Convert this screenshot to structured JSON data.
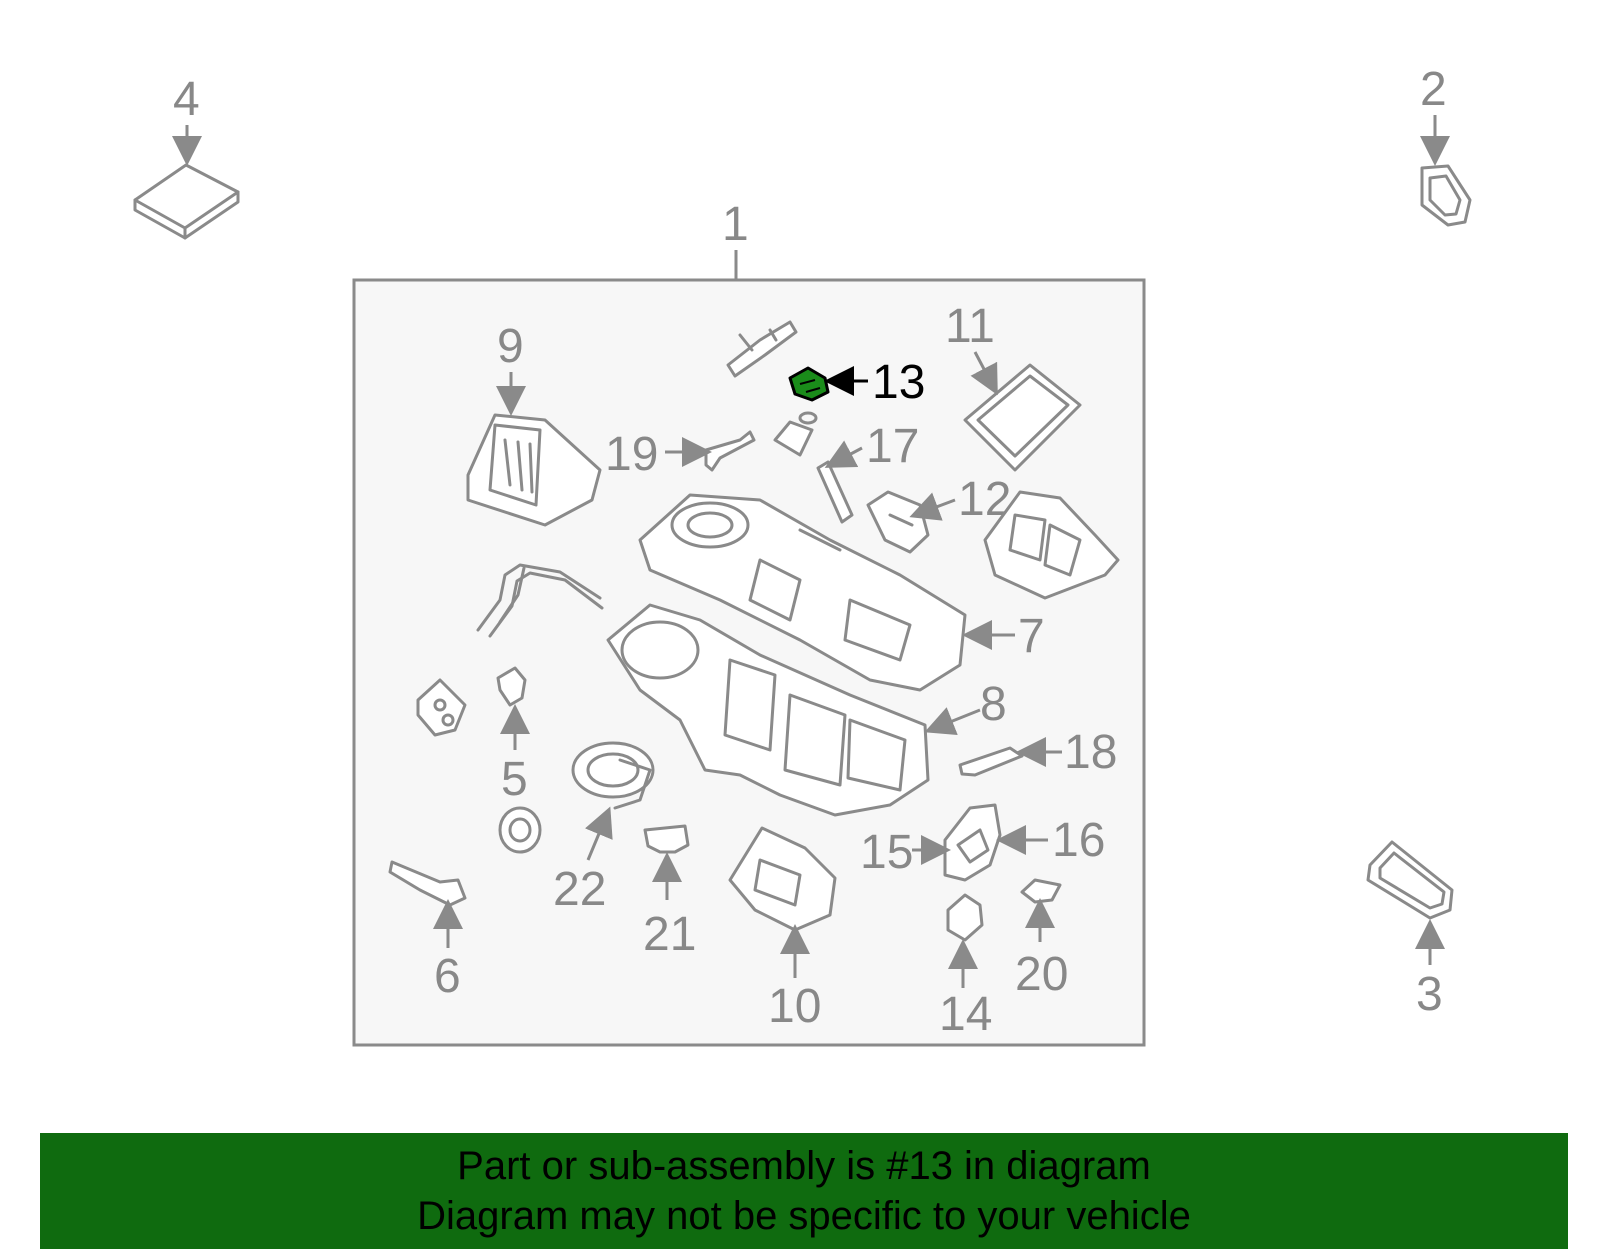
{
  "colors": {
    "footer_background": "#0f6b0f",
    "highlight_part": "#1a8c1a",
    "line": "#8a8a8a",
    "box_background": "#f7f7f7"
  },
  "callouts": {
    "c1": "1",
    "c2": "2",
    "c3": "3",
    "c4": "4",
    "c5": "5",
    "c6": "6",
    "c7": "7",
    "c8": "8",
    "c9": "9",
    "c10": "10",
    "c11": "11",
    "c12": "12",
    "c13": "13",
    "c14": "14",
    "c15": "15",
    "c16": "16",
    "c17": "17",
    "c18": "18",
    "c19": "19",
    "c20": "20",
    "c21": "21",
    "c22": "22"
  },
  "highlighted_callout": "13",
  "footer": {
    "line1": "Part or sub-assembly is #13 in diagram",
    "line2": "Diagram may not be specific to your vehicle"
  }
}
